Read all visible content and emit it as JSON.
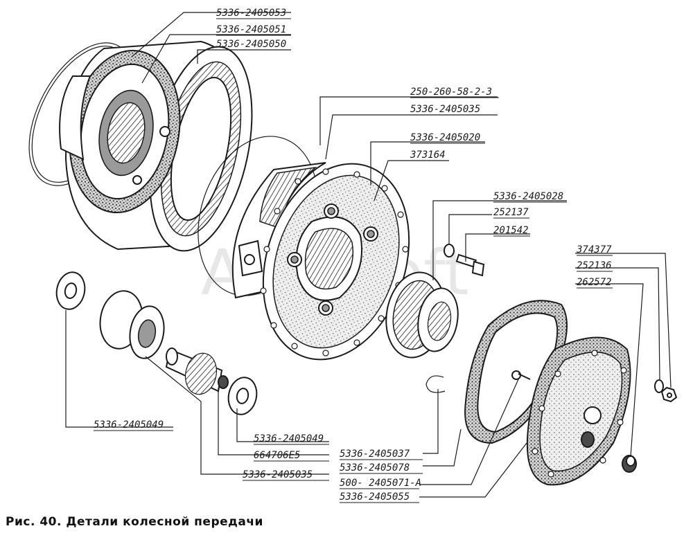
{
  "caption": "Рис. 40. Детали колесной передачи",
  "watermark": "AutoSoft",
  "labels": {
    "l_2405053": "5336-2405053",
    "l_2405051": "5336-2405051",
    "l_2405050": "5336-2405050",
    "l_250260": "250-260-58-2-3",
    "l_2405035a": "5336-2405035",
    "l_2405020": "5336-2405020",
    "l_373164": "373164",
    "l_2405028": "5336-2405028",
    "l_252137": "252137",
    "l_201542": "201542",
    "l_374377": "374377",
    "l_252136": "252136",
    "l_262572": "262572",
    "l_2405049a": "5336-2405049",
    "l_2405049b": "5336-2405049",
    "l_664706": "664706Е5",
    "l_2405035b": "5336-2405035",
    "l_2405037": "5336-2405037",
    "l_2405078": "5336-2405078",
    "l_2405071": "500- 2405071-А",
    "l_2405055": "5336-2405055"
  }
}
